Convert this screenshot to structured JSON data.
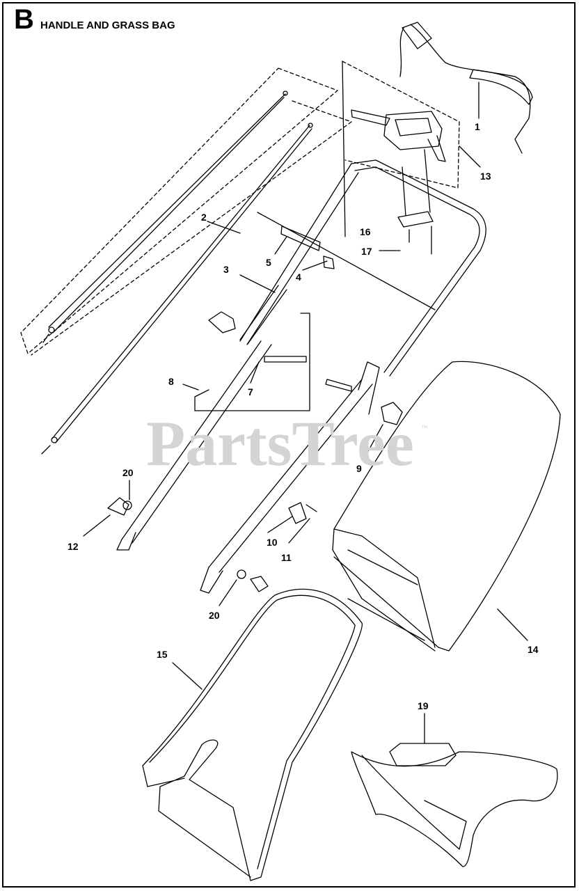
{
  "header": {
    "letter": "B",
    "title": "HANDLE AND GRASS BAG"
  },
  "watermark": {
    "text": "PartsTree",
    "tm": "™"
  },
  "callouts": [
    "1",
    "2",
    "3",
    "4",
    "5",
    "7",
    "8",
    "9",
    "10",
    "11",
    "12",
    "13",
    "14",
    "15",
    "16",
    "17",
    "19",
    "20",
    "20"
  ],
  "colors": {
    "line": "#000000",
    "watermark": "#d4d4d4",
    "background": "#ffffff"
  }
}
